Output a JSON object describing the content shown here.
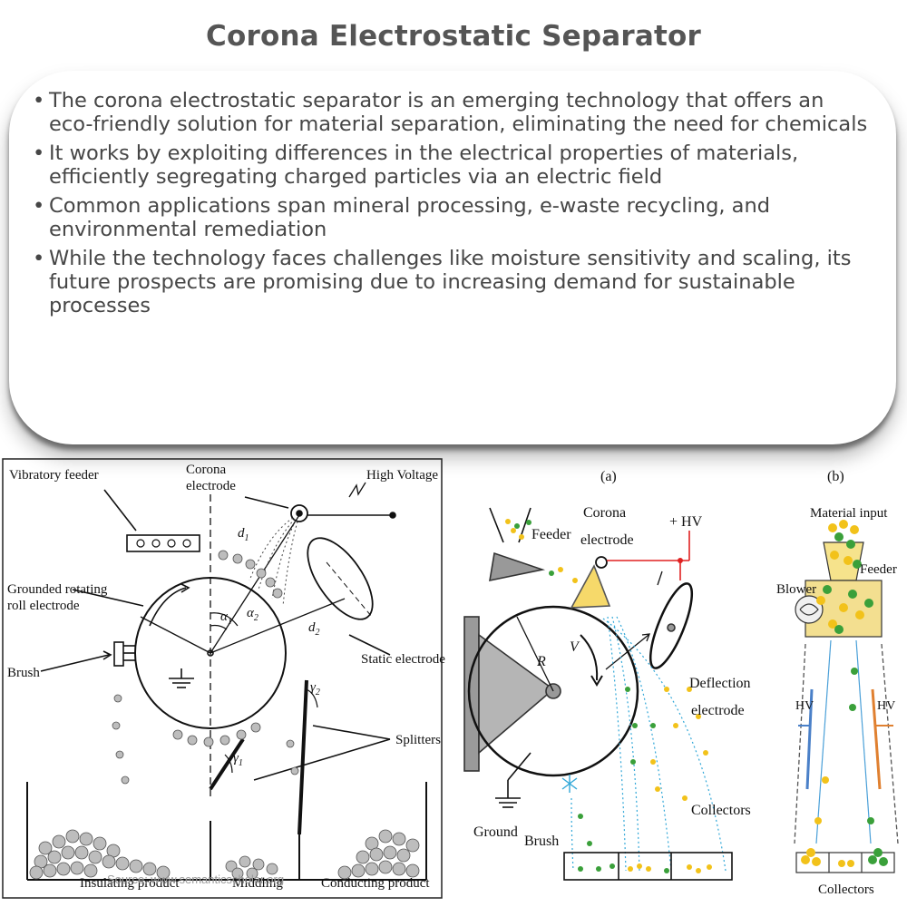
{
  "title": "Corona Electrostatic Separator",
  "bullets": [
    "The corona electrostatic separator is an emerging technology that offers an eco-friendly solution for material separation, eliminating the need for chemicals",
    "It works by exploiting differences in the electrical properties of materials, efficiently segregating charged particles via an electric field",
    "Common applications span mineral processing, e-waste recycling, and environmental remediation",
    "While the technology faces challenges like moisture sensitivity and scaling, its future prospects are promising due to increasing demand for sustainable processes"
  ],
  "bullet_glyph": "•",
  "diagram_left": {
    "labels": {
      "vibratory_feeder": "Vibratory feeder",
      "corona": "Corona",
      "electrode": "electrode",
      "high_voltage": "High Voltage",
      "grounded_rotating": "Grounded rotating",
      "roll_electrode": "roll electrode",
      "brush": "Brush",
      "static_electrode": "Static electrode",
      "splitters": "Splitters",
      "insulating_product": "Insulating product",
      "middling": "Middling",
      "conducting_product": "Conducting product",
      "d1": "d",
      "d1_sub": "1",
      "d2": "d",
      "d2_sub": "2",
      "alpha1": "α",
      "alpha1_sub": "1",
      "alpha2": "α",
      "alpha2_sub": "2",
      "gamma1": "γ",
      "gamma1_sub": "1",
      "gamma2": "γ",
      "gamma2_sub": "2"
    },
    "watermark": "Source: www.semanticscholar.org"
  },
  "diagram_a": {
    "panel": "(a)",
    "labels": {
      "feeder": "Feeder",
      "corona": "Corona",
      "electrode": "electrode",
      "hv": "+ HV",
      "r": "R",
      "v": "V",
      "deflection": "Deflection",
      "deflection2": "electrode",
      "collectors": "Collectors",
      "ground": "Ground",
      "brush": "Brush"
    }
  },
  "diagram_b": {
    "panel": "(b)",
    "labels": {
      "material_input": "Material input",
      "feeder": "Feeder",
      "blower": "Blower",
      "hv_left": "HV",
      "hv_right": "HV",
      "collectors": "Collectors"
    }
  },
  "colors": {
    "title": "#555555",
    "text": "#464646",
    "red_wire": "#e02020",
    "yellow_particle": "#f2c21a",
    "green_particle": "#3aa03a",
    "blue_trajectory": "#33a8d8"
  }
}
